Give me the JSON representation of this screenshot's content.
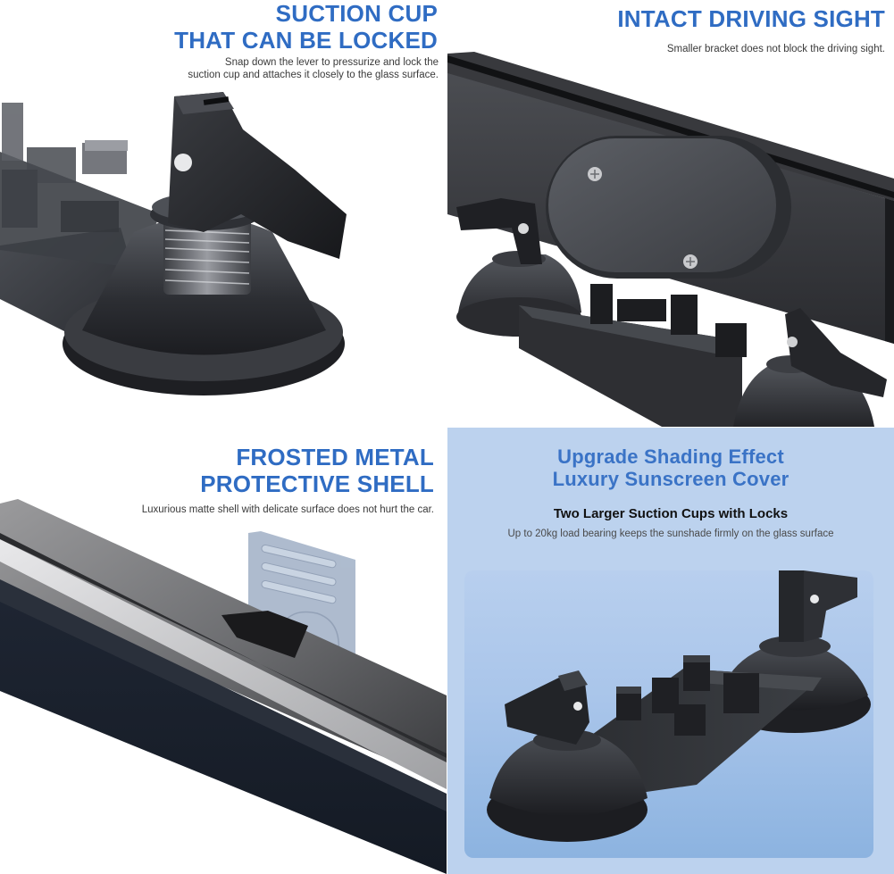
{
  "panels": {
    "top_left": {
      "title_line1": "SUCTION CUP",
      "title_line2": "THAT CAN BE LOCKED",
      "desc_line1": "Snap down the lever to pressurize and lock the",
      "desc_line2": "suction cup and attaches it closely to the glass surface.",
      "image": "locking-suction-cup-closeup"
    },
    "top_right": {
      "title": "INTACT DRIVING SIGHT",
      "desc": "Smaller bracket does not block the driving sight.",
      "image": "compact-bracket-on-sunshade-bar"
    },
    "bottom_left": {
      "title_line1": "FROSTED METAL",
      "title_line2": "PROTECTIVE SHELL",
      "desc": "Luxurious matte shell with delicate surface does not hurt the car.",
      "image": "matte-metal-shell-rail"
    },
    "bottom_right": {
      "title_line1": "Upgrade Shading Effect",
      "title_line2": "Luxury Sunscreen Cover",
      "subtitle": "Two Larger Suction Cups with Locks",
      "desc": "Up to 20kg load bearing keeps the sunshade firmly on the glass surface",
      "image": "dual-suction-cup-mount"
    }
  },
  "colors": {
    "title_blue": "#2f6cc3",
    "panel_bg_blue": "#bcd2ee",
    "product_black": "#2a2c30"
  }
}
